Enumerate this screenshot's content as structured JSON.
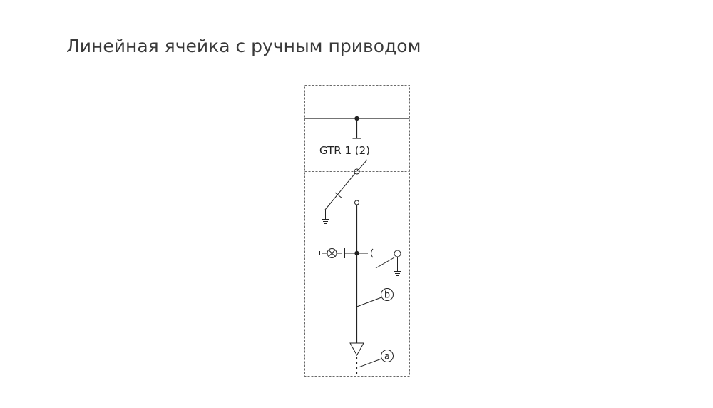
{
  "page": {
    "title": "Линейная ячейка с ручным приводом"
  },
  "diagram": {
    "switch_label": "GTR 1 (2)",
    "marker_b": "b",
    "marker_a": "a"
  },
  "colors": {
    "line": "#222222",
    "frame": "#6a6a6a",
    "title_text": "#3a3a3a"
  }
}
